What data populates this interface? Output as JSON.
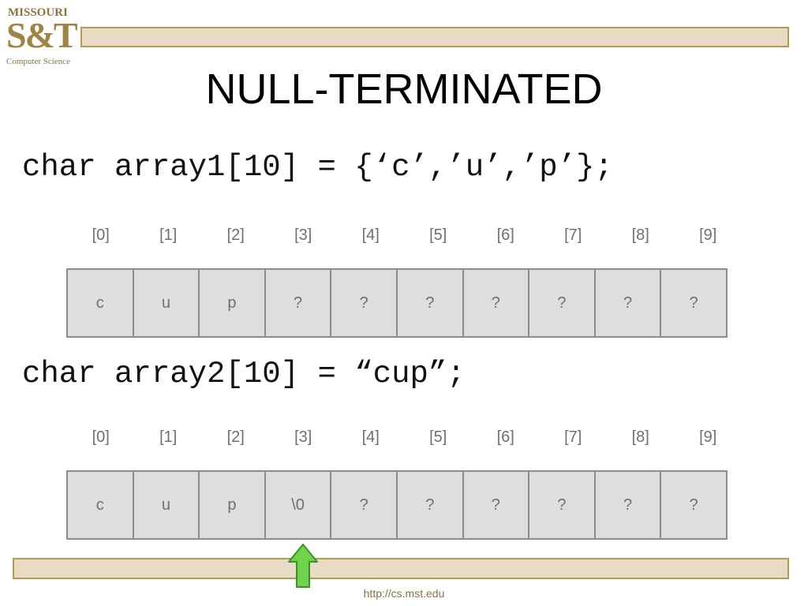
{
  "logo": {
    "top_text": "MISSOURI",
    "mark_text": "S&T",
    "sub_text": "Computer Science"
  },
  "title": "NULL-TERMINATED",
  "example1": {
    "code": "char array1[10] = {‘c’,’u’,’p’};",
    "indices": [
      "[0]",
      "[1]",
      "[2]",
      "[3]",
      "[4]",
      "[5]",
      "[6]",
      "[7]",
      "[8]",
      "[9]"
    ],
    "cells": [
      "c",
      "u",
      "p",
      "?",
      "?",
      "?",
      "?",
      "?",
      "?",
      "?"
    ]
  },
  "example2": {
    "code": "char array2[10] = “cup”;",
    "indices": [
      "[0]",
      "[1]",
      "[2]",
      "[3]",
      "[4]",
      "[5]",
      "[6]",
      "[7]",
      "[8]",
      "[9]"
    ],
    "cells": [
      "c",
      "u",
      "p",
      "\\0",
      "?",
      "?",
      "?",
      "?",
      "?",
      "?"
    ],
    "highlighted_index": 3
  },
  "arrow_icon": "up-arrow-icon",
  "colors": {
    "accent_gold": "#b59a55",
    "bar_fill": "#e8dcc4",
    "cell_fill": "#dedede",
    "arrow_green": "#6ed44a"
  },
  "footer": "http://cs.mst.edu"
}
